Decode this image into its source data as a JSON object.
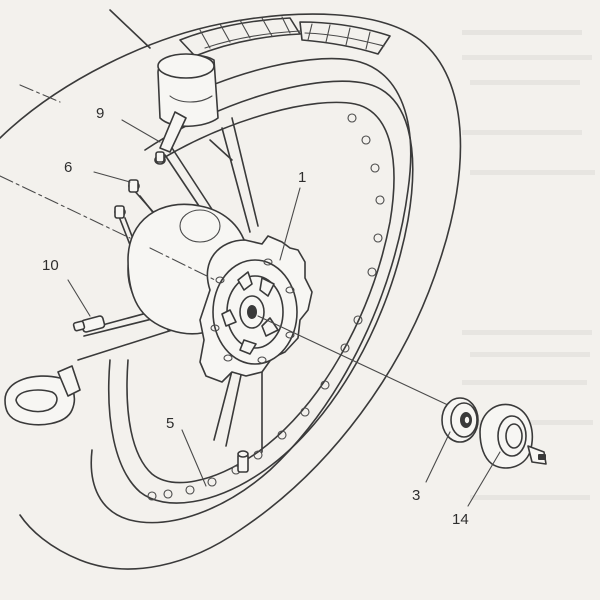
{
  "callouts": {
    "c1": "1",
    "c3": "3",
    "c5": "5",
    "c6": "6",
    "c9": "9",
    "c10": "10",
    "c14": "14"
  },
  "colors": {
    "paper": "#f3f1ed",
    "ink": "#3a3a3a",
    "bleed": "#d9d7d3"
  }
}
